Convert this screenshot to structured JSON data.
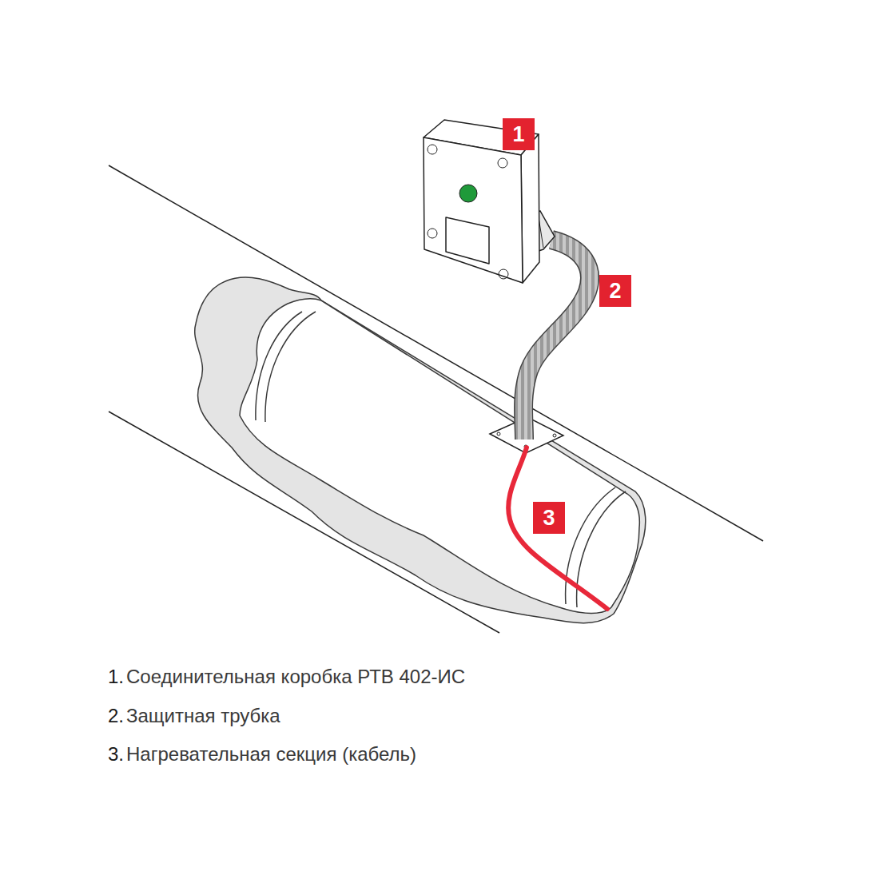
{
  "diagram": {
    "labels": [
      "1",
      "2",
      "3",
      "1.",
      "Соединительная коробка РТВ 402-ИС",
      "2.",
      "Защитная трубка",
      "3.",
      "Нагревательная секция (кабель)"
    ]
  }
}
